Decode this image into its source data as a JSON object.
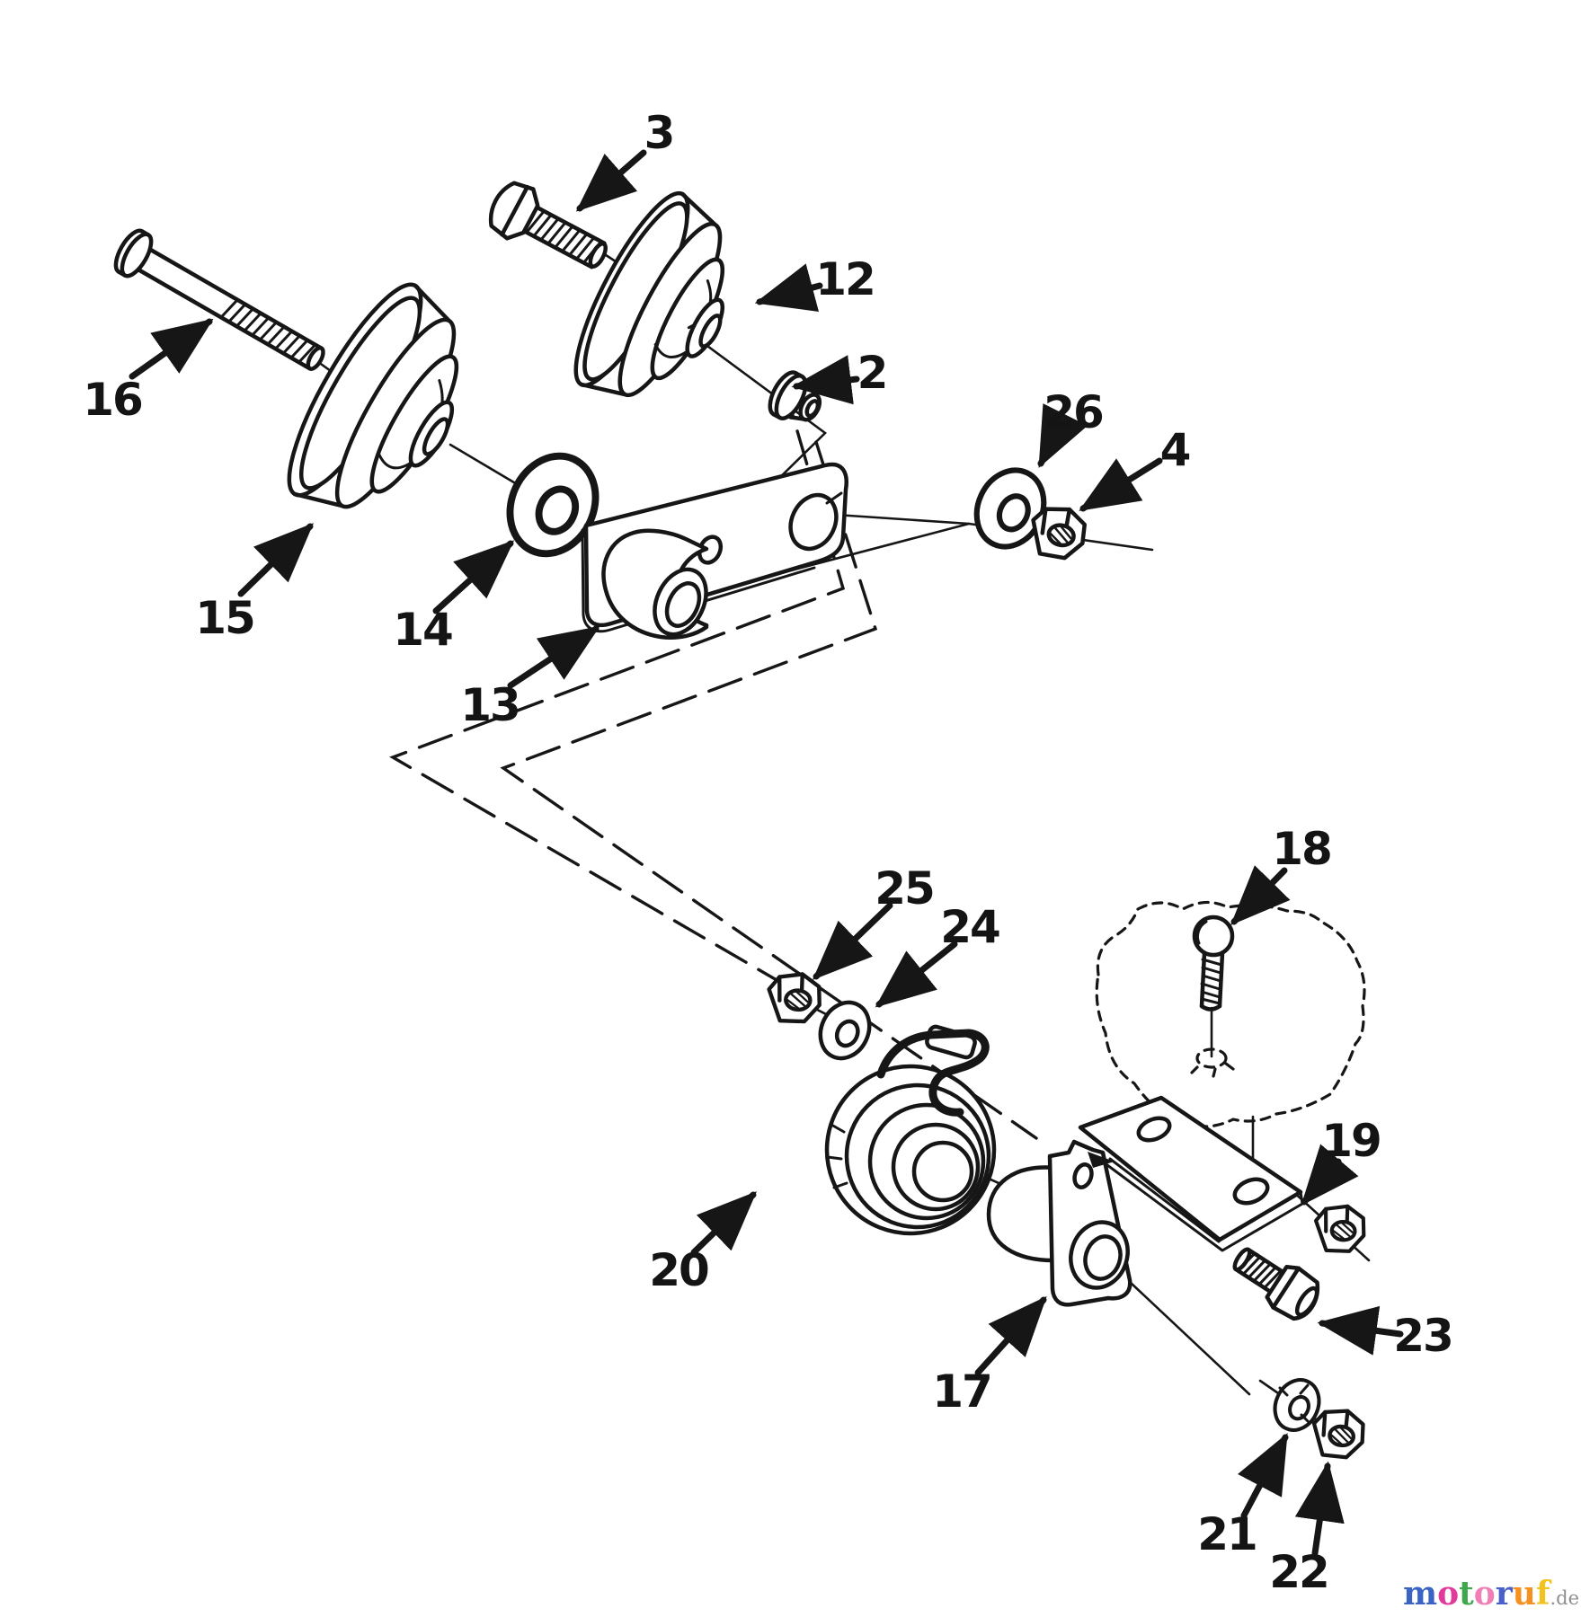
{
  "page": {
    "background": "#ffffff",
    "ink_color": "#161616"
  },
  "diagram": {
    "type": "exploded-parts-diagram",
    "callouts": [
      {
        "label": "3"
      },
      {
        "label": "12"
      },
      {
        "label": "2"
      },
      {
        "label": "26"
      },
      {
        "label": "4"
      },
      {
        "label": "16"
      },
      {
        "label": "15"
      },
      {
        "label": "14"
      },
      {
        "label": "13"
      },
      {
        "label": "25"
      },
      {
        "label": "24"
      },
      {
        "label": "18"
      },
      {
        "label": "19"
      },
      {
        "label": "20"
      },
      {
        "label": "17"
      },
      {
        "label": "23"
      },
      {
        "label": "21"
      },
      {
        "label": "22"
      }
    ]
  },
  "watermark": {
    "brand_letters": [
      {
        "ch": "m",
        "color": "#3a64c4"
      },
      {
        "ch": "o",
        "color": "#e03a9a"
      },
      {
        "ch": "t",
        "color": "#3fa84c"
      },
      {
        "ch": "o",
        "color": "#ef7fb4"
      },
      {
        "ch": "r",
        "color": "#4a5fc8"
      },
      {
        "ch": "u",
        "color": "#f59120"
      },
      {
        "ch": "f",
        "color": "#f2c21e"
      }
    ],
    "suffix": ".de",
    "suffix_color": "#8f8f8f"
  }
}
